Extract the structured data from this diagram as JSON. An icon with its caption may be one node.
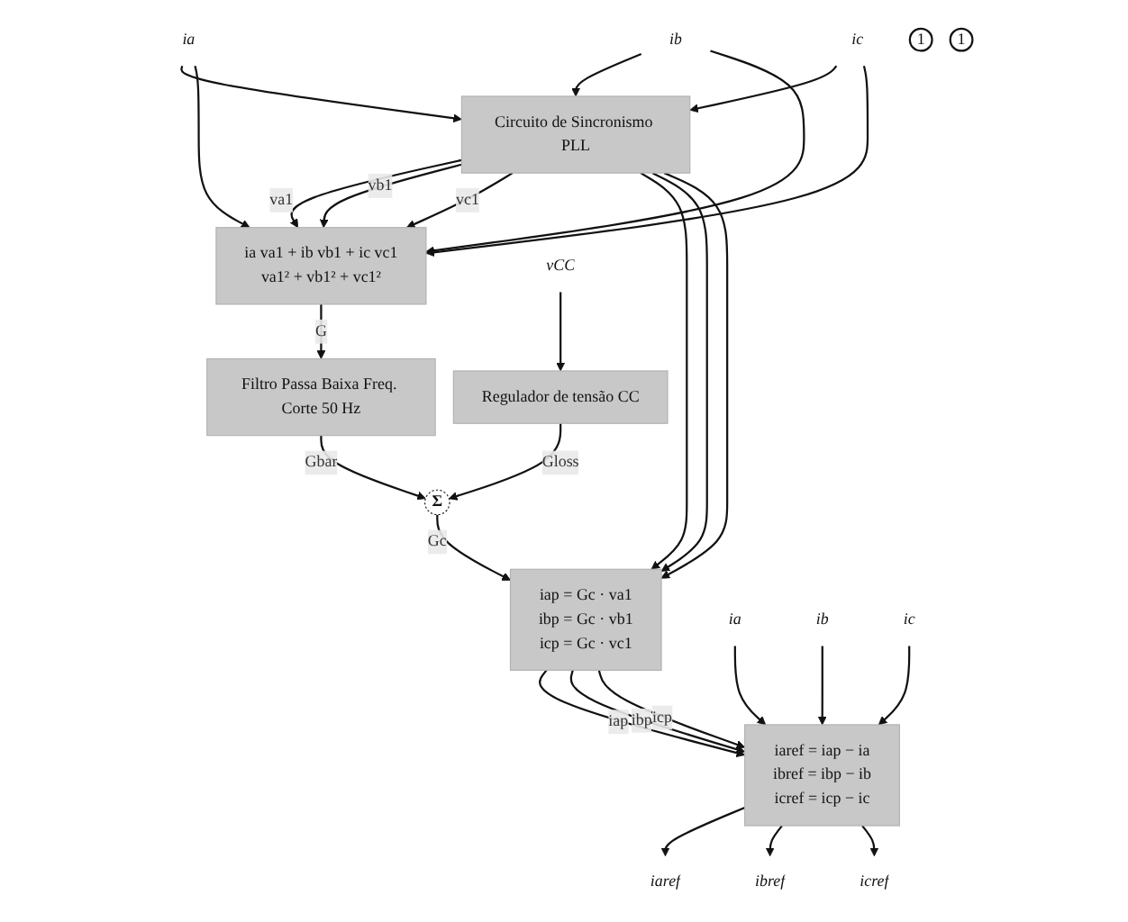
{
  "diagram": {
    "nodes": [
      {
        "text": [
          "ia"
        ]
      },
      {
        "text": [
          "ib"
        ]
      },
      {
        "text": [
          "ic"
        ]
      },
      {
        "text": [
          "1"
        ]
      },
      {
        "text": [
          "ia va1 + ib vb1 + ic vc1",
          "va1² + vb1² + vc1²"
        ]
      },
      {
        "text": [
          "Filtro Passa Baixa Freq. Corte 50 Hz"
        ]
      },
      {
        "text": [
          "Circuito de Sincronismo PLL"
        ]
      },
      {
        "text": [
          "Σ"
        ]
      },
      {
        "text": [
          "Regulador de tensão CC"
        ]
      },
      {
        "text": [
          "vCC"
        ]
      },
      {
        "text": [
          "iap = Gc · va1",
          "ibp = Gc · vb1",
          "icp = Gc · vc1"
        ]
      },
      {
        "text": [
          "iaref = iap − ia",
          "ibref = ibp − ib",
          "icref = icp − ic"
        ]
      },
      {
        "text": [
          "1"
        ]
      },
      {
        "text": [
          "ia"
        ]
      },
      {
        "text": [
          "ib"
        ]
      },
      {
        "text": [
          "ic"
        ]
      },
      {
        "text": [
          "iaref"
        ]
      },
      {
        "text": [
          "ibref"
        ]
      },
      {
        "text": [
          "icref"
        ]
      }
    ],
    "edges": [
      {
        "from": 0,
        "to": 6,
        "arrow": "to"
      },
      {
        "from": 0,
        "to": 4,
        "arrow": "to"
      },
      {
        "from": 1,
        "to": 6,
        "arrow": "to"
      },
      {
        "from": 1,
        "to": 4,
        "arrow": "to"
      },
      {
        "from": 2,
        "to": 6,
        "arrow": "to"
      },
      {
        "from": 2,
        "to": 4,
        "arrow": "to"
      },
      {
        "from": 6,
        "to": 4,
        "label": "va1",
        "arrow": "to"
      },
      {
        "from": 6,
        "to": 4,
        "label": "vb1",
        "arrow": "to"
      },
      {
        "from": 6,
        "to": 4,
        "label": "vc1",
        "arrow": "to"
      },
      {
        "from": 6,
        "to": 10,
        "arrow": "to"
      },
      {
        "from": 6,
        "to": 10,
        "arrow": "to"
      },
      {
        "from": 6,
        "to": 10,
        "arrow": "to"
      },
      {
        "from": 4,
        "to": 5,
        "label": "G",
        "arrow": "to"
      },
      {
        "from": 5,
        "to": 7,
        "label": "Gbar",
        "arrow": "to"
      },
      {
        "from": 9,
        "to": 8,
        "arrow": "to"
      },
      {
        "from": 8,
        "to": 7,
        "label": "Gloss",
        "arrow": "to"
      },
      {
        "from": 7,
        "to": 10,
        "label": "Gc",
        "arrow": "to"
      },
      {
        "from": 10,
        "to": 11,
        "label": "iap",
        "arrow": "to"
      },
      {
        "from": 10,
        "to": 11,
        "label": "ibp",
        "arrow": "to"
      },
      {
        "from": 10,
        "to": 11,
        "label": "icp",
        "arrow": "to"
      },
      {
        "from": 13,
        "to": 11,
        "arrow": "to"
      },
      {
        "from": 14,
        "to": 11,
        "arrow": "to"
      },
      {
        "from": 15,
        "to": 11,
        "arrow": "to"
      },
      {
        "from": 11,
        "to": 16,
        "arrow": "to"
      },
      {
        "from": 11,
        "to": 17,
        "arrow": "to"
      },
      {
        "from": 11,
        "to": 18,
        "arrow": "to"
      }
    ]
  }
}
